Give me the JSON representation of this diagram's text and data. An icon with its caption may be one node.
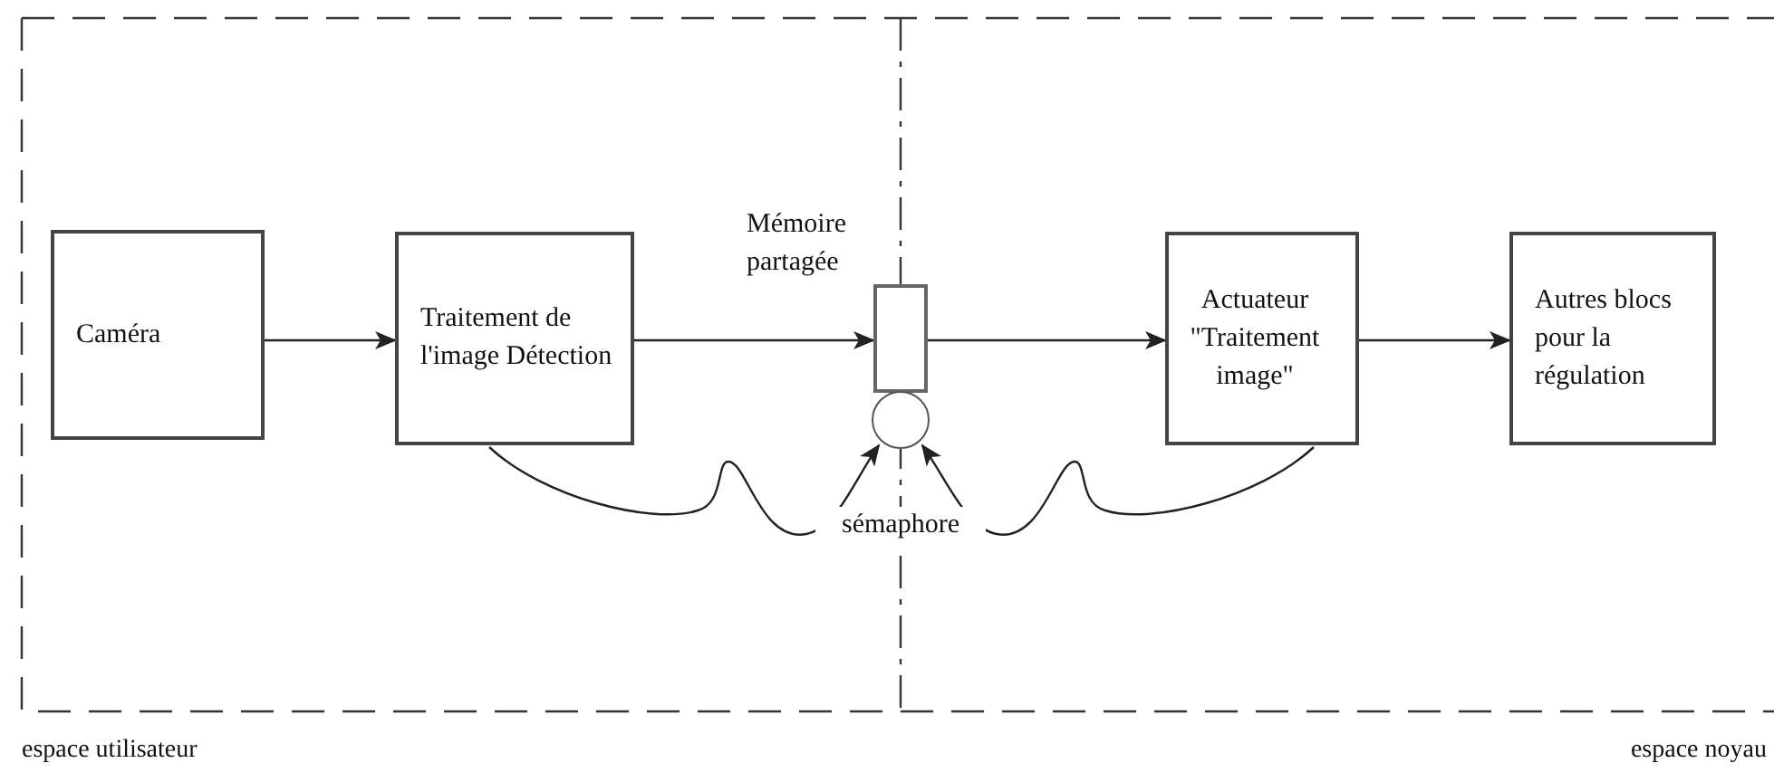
{
  "diagram": {
    "nodes": [
      {
        "text": [
          "Caméra"
        ]
      },
      {
        "text": [
          "Traitement de l'image Détection"
        ]
      },
      {
        "text": [],
        "shape": "box",
        "beside": [
          "Mémoire partagée"
        ]
      },
      {
        "text": [],
        "shape": "circle",
        "beside": [
          "sémaphore"
        ]
      },
      {
        "text": [
          "Actuateur \"Traitement image\""
        ]
      },
      {
        "text": [
          "Autres blocs pour la régulation"
        ]
      }
    ],
    "edges": [
      {
        "from": 0,
        "to": 1,
        "arrow": "to"
      },
      {
        "from": 1,
        "to": 2,
        "arrow": "to"
      },
      {
        "from": 2,
        "to": 4,
        "arrow": "to"
      },
      {
        "from": 4,
        "to": 5,
        "arrow": "to"
      },
      {
        "from": 1,
        "to": 3,
        "arrow": "to"
      },
      {
        "from": 4,
        "to": 3,
        "arrow": "to"
      }
    ],
    "labels": [
      "espace utilisateur",
      "espace noyau"
    ]
  }
}
